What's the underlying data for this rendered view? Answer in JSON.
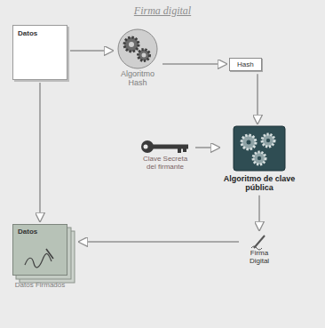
{
  "diagram": {
    "title": "Firma digital",
    "nodes": [
      {
        "text": [
          "Datos"
        ]
      },
      {
        "text": [
          "Algoritmo Hash"
        ]
      },
      {
        "text": [
          "Hash"
        ]
      },
      {
        "text": [
          "Clave Secreta del firmante"
        ]
      },
      {
        "text": [
          "Algoritmo de clave pública"
        ]
      },
      {
        "text": [
          "Datos",
          "Datos Firmados"
        ]
      },
      {
        "text": [
          "Firma Digital"
        ]
      }
    ],
    "edges": [
      {
        "from": 0,
        "to": 1,
        "arrow": "to"
      },
      {
        "from": 1,
        "to": 2,
        "arrow": "to"
      },
      {
        "from": 2,
        "to": 4,
        "arrow": "to"
      },
      {
        "from": 3,
        "to": 4,
        "arrow": "to"
      },
      {
        "from": 4,
        "to": 6,
        "arrow": "to"
      },
      {
        "from": 6,
        "to": 5,
        "arrow": "to"
      },
      {
        "from": 0,
        "to": 5,
        "arrow": "to"
      }
    ]
  }
}
